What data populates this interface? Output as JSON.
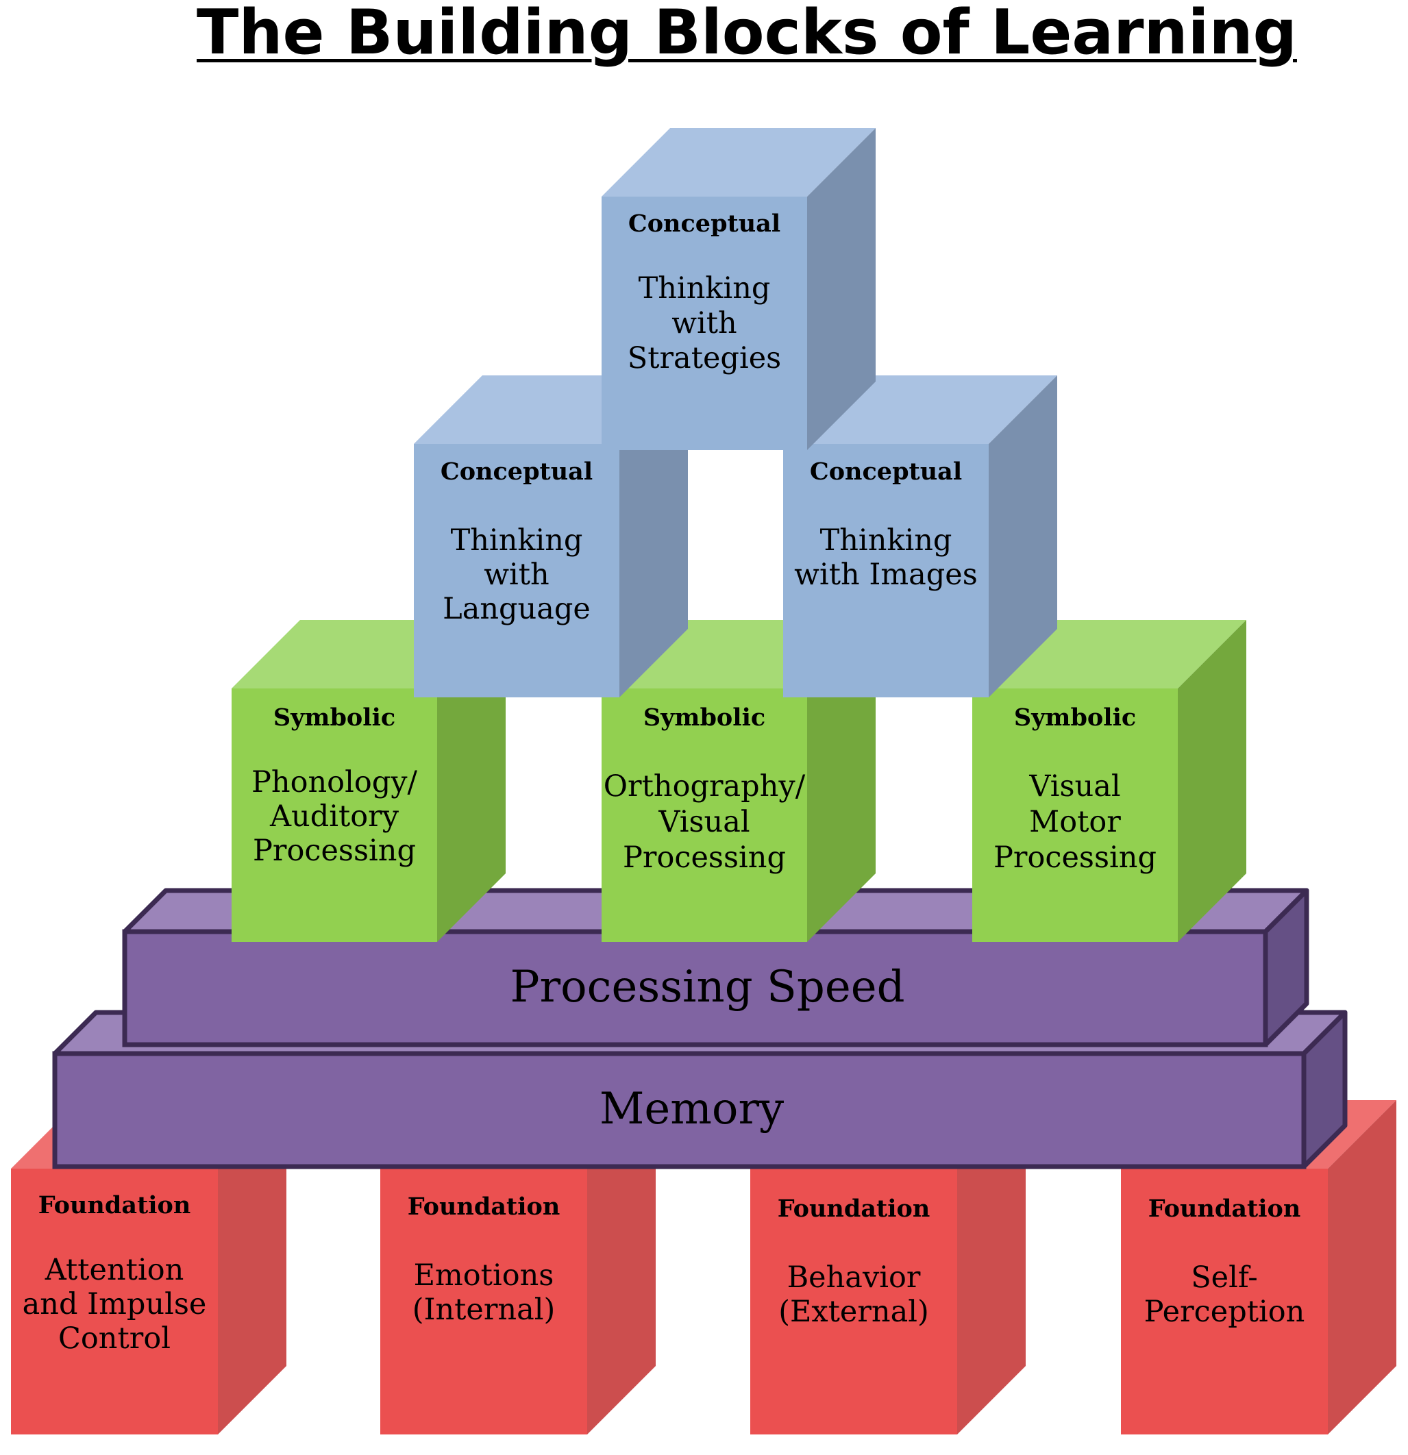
{
  "title": "The Building Blocks of Learning",
  "colors": {
    "conceptual": {
      "front": "#95b3d7",
      "top": "#aac2e2",
      "side": "#7a90ae"
    },
    "symbolic": {
      "front": "#92d050",
      "top": "#a6da75",
      "side": "#74a83d"
    },
    "slab": {
      "front": "#8064a2",
      "top": "#9b84b9",
      "side": "#655085",
      "outline": "#3c2a52"
    },
    "foundation": {
      "front": "#eb5050",
      "top": "#ef7070",
      "side": "#cc4e4e"
    }
  },
  "blocks": [
    {
      "id": "conceptual-strategies",
      "tier": "conceptual",
      "heading": "Conceptual",
      "lines": [
        "Thinking",
        "with",
        "Strategies"
      ]
    },
    {
      "id": "conceptual-language",
      "tier": "conceptual",
      "heading": "Conceptual",
      "lines": [
        "Thinking",
        "with",
        "Language"
      ]
    },
    {
      "id": "conceptual-images",
      "tier": "conceptual",
      "heading": "Conceptual",
      "lines": [
        "Thinking",
        "with Images"
      ]
    },
    {
      "id": "symbolic-phonology",
      "tier": "symbolic",
      "heading": "Symbolic",
      "lines": [
        "Phonology/",
        "Auditory",
        "Processing"
      ]
    },
    {
      "id": "symbolic-orthography",
      "tier": "symbolic",
      "heading": "Symbolic",
      "lines": [
        "Orthography/",
        "Visual",
        "Processing"
      ]
    },
    {
      "id": "symbolic-visual-motor",
      "tier": "symbolic",
      "heading": "Symbolic",
      "lines": [
        "Visual",
        "Motor",
        "Processing"
      ]
    },
    {
      "id": "foundation-attention",
      "tier": "foundation",
      "heading": "Foundation",
      "lines": [
        "Attention",
        "and Impulse",
        "Control"
      ]
    },
    {
      "id": "foundation-emotions",
      "tier": "foundation",
      "heading": "Foundation",
      "lines": [
        "Emotions",
        "(Internal)"
      ]
    },
    {
      "id": "foundation-behavior",
      "tier": "foundation",
      "heading": "Foundation",
      "lines": [
        "Behavior",
        "(External)"
      ]
    },
    {
      "id": "foundation-self-perception",
      "tier": "foundation",
      "heading": "Foundation",
      "lines": [
        "Self-",
        "Perception"
      ]
    }
  ],
  "slabs": [
    {
      "id": "processing-speed",
      "label": "Processing Speed"
    },
    {
      "id": "memory",
      "label": "Memory"
    }
  ]
}
